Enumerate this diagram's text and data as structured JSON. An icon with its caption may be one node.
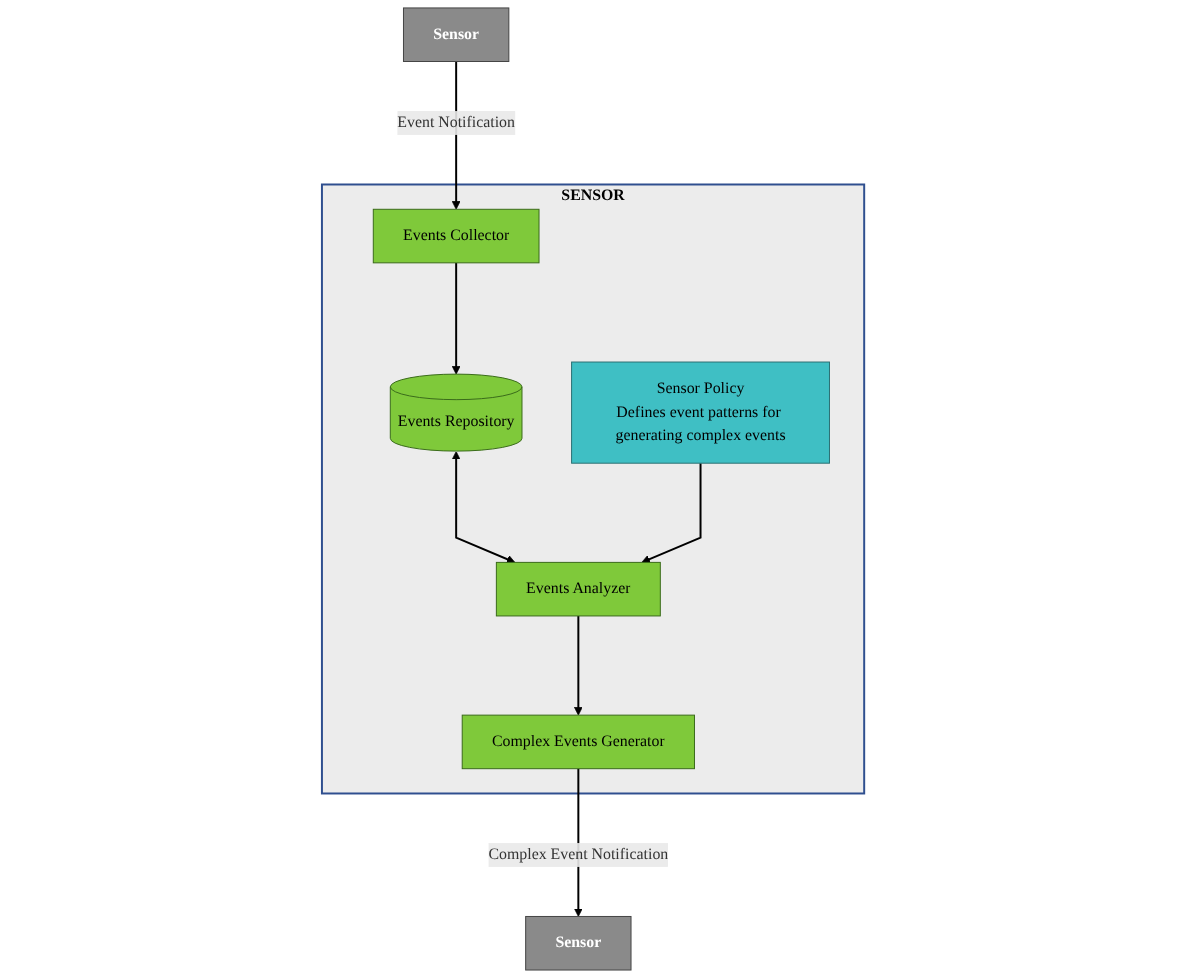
{
  "diagram": {
    "nodes": [
      {
        "text": [
          "SENSOR"
        ]
      },
      {
        "text": [
          "Events Repository"
        ],
        "in": 0
      },
      {
        "text": [
          "Events Analyzer"
        ],
        "in": 0
      },
      {
        "text": [
          "Complex Events Generator"
        ],
        "in": 0
      },
      {
        "text": [
          "Events Collector"
        ],
        "in": 0
      },
      {
        "text": [
          "Sensor Policy",
          "Defines event patterns for generating complex events"
        ],
        "in": 0
      },
      {
        "text": [
          "Sensor"
        ]
      },
      {
        "text": [
          "Sensor"
        ]
      }
    ],
    "edges": [
      {
        "from": 1,
        "to": 2,
        "arrow": "both"
      },
      {
        "from": 2,
        "to": 3,
        "arrow": "to"
      },
      {
        "from": 3,
        "to": 6,
        "arrow": "to",
        "label": "Complex Event Notification"
      },
      {
        "from": 4,
        "to": 1,
        "arrow": "to"
      },
      {
        "from": 5,
        "to": 2,
        "arrow": "to"
      },
      {
        "from": 7,
        "to": 4,
        "arrow": "to",
        "label": "Event Notification"
      }
    ]
  }
}
